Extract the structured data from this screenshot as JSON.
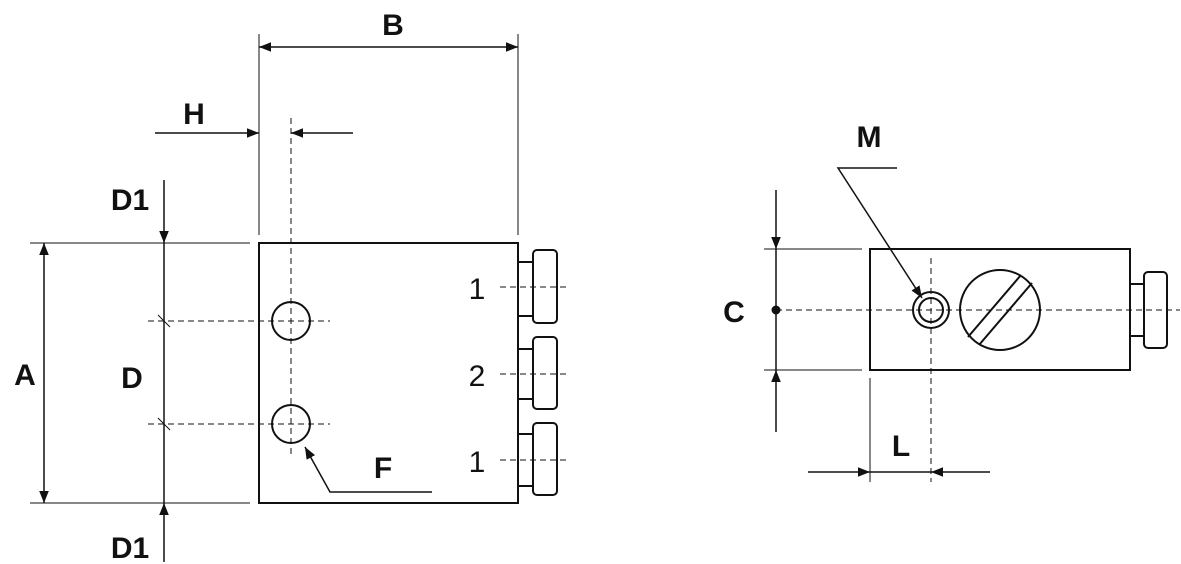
{
  "drawing": {
    "front_view": {
      "labels": {
        "B": "B",
        "H": "H",
        "D1_top": "D1",
        "A": "A",
        "D": "D",
        "D1_bottom": "D1",
        "F": "F"
      },
      "port_numbers": [
        "1",
        "2",
        "1"
      ]
    },
    "side_view": {
      "labels": {
        "M": "M",
        "C": "C",
        "L": "L"
      }
    },
    "colors": {
      "line": "#111111",
      "background": "#ffffff"
    }
  }
}
